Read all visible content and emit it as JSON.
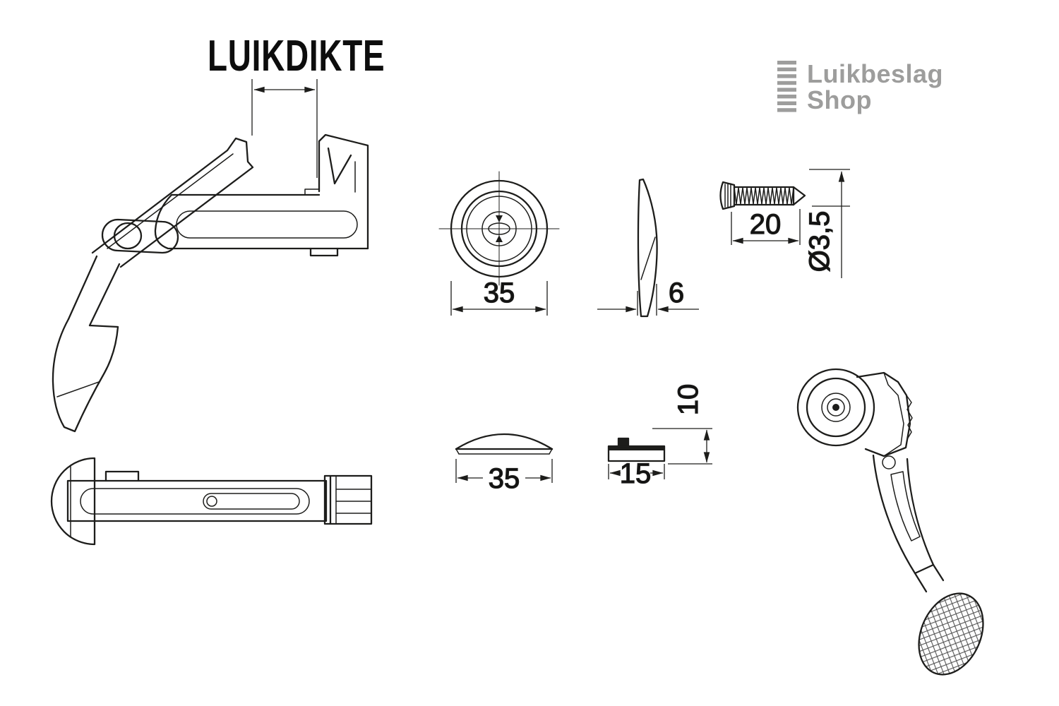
{
  "canvas": {
    "background": "#ffffff",
    "line_color": "#1d1d1b"
  },
  "heading": {
    "label": "LUIKDIKTE"
  },
  "logo": {
    "line1": "Luikbeslag",
    "line2": "Shop",
    "color": "#9d9d9c",
    "icon": "shutter-slats-icon"
  },
  "dims": {
    "disc_diameter": "35",
    "disc_thickness": "6",
    "screw_length": "20",
    "screw_diameter": "Ø3,5",
    "cap_width": "35",
    "keeper_width": "15",
    "keeper_height": "10"
  }
}
